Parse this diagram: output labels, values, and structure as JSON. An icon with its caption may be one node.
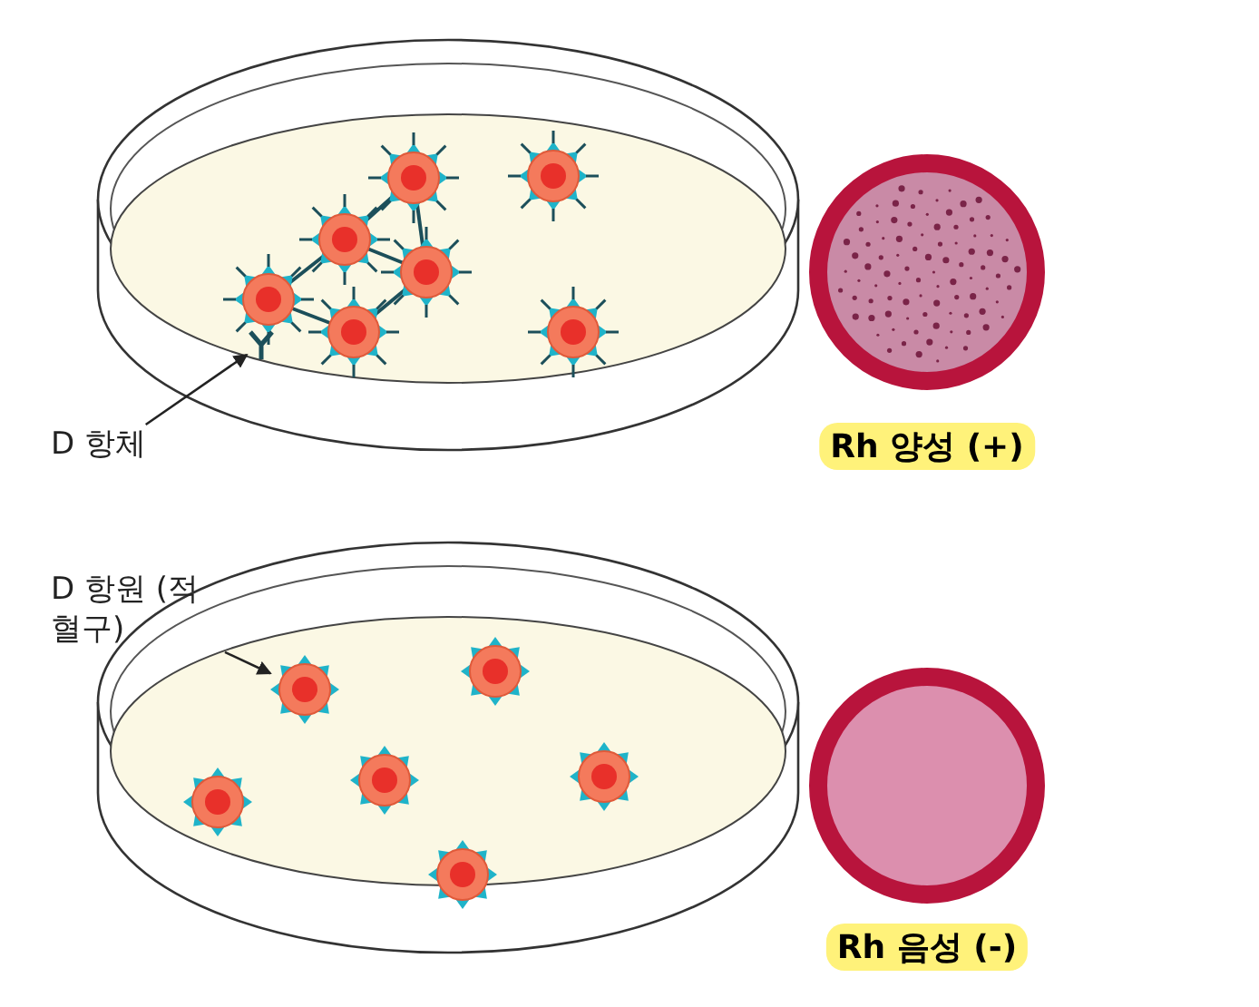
{
  "diagram": {
    "nodes": [
      {
        "text": [],
        "shape": "picture"
      },
      {
        "text": [
          "D 항체"
        ]
      },
      {
        "text": [
          "D 항원 (적혈구)"
        ]
      },
      {
        "text": [],
        "shape": "circle"
      }
    ],
    "edges": [
      {
        "from": 1,
        "to": 0,
        "arrow": "to"
      },
      {
        "from": 2,
        "to": 3,
        "arrow": "to"
      }
    ],
    "labels": [
      "Rh 양성 (+)",
      "Rh 음성 (-)"
    ]
  }
}
